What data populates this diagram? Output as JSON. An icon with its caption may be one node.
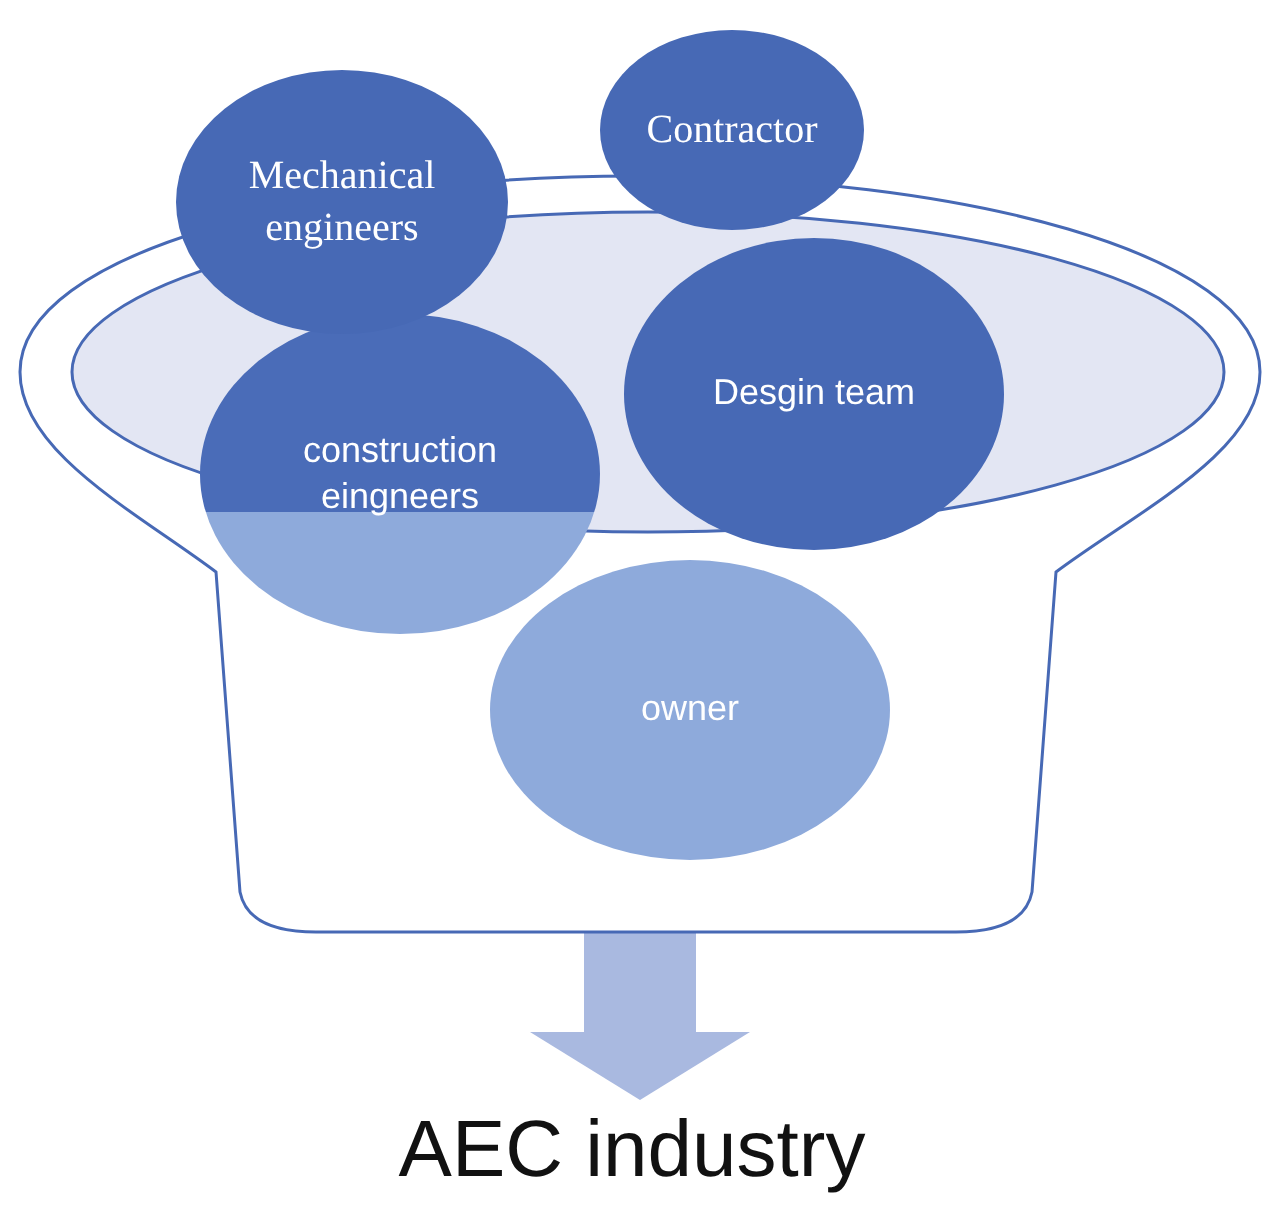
{
  "diagram": {
    "nodes": [
      {
        "text": [],
        "shape": "funnel"
      },
      {
        "text": [
          "Mechanical engineers"
        ]
      },
      {
        "text": [
          "Contractor"
        ]
      },
      {
        "text": [
          "Desgin team"
        ],
        "in": 0
      },
      {
        "text": [
          "construction eingneers"
        ],
        "in": 0
      },
      {
        "text": [
          "owner"
        ],
        "in": 0
      },
      {
        "text": [
          "AEC industry"
        ]
      }
    ],
    "edges": [
      {
        "from": 0,
        "to": 6,
        "arrow": "to"
      }
    ]
  }
}
